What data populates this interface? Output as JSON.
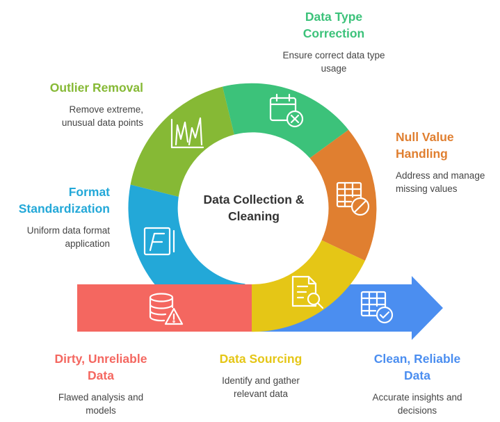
{
  "center": {
    "title": "Data Collection &\nCleaning"
  },
  "stages": {
    "data_type": {
      "title": "Data Type\nCorrection",
      "desc": "Ensure correct data type\nusage",
      "color": "#3cc27a",
      "icon": "calendar-x-icon"
    },
    "null_value": {
      "title": "Null Value\nHandling",
      "desc": "Address and manage\nmissing values",
      "color": "#e07f30",
      "icon": "table-null-icon"
    },
    "data_sourcing": {
      "title": "Data Sourcing",
      "desc": "Identify and gather\nrelevant data",
      "color": "#e5c616",
      "icon": "document-search-icon"
    },
    "format_std": {
      "title": "Format\nStandardization",
      "desc": "Uniform data format\napplication",
      "color": "#23a8d8",
      "icon": "format-icon"
    },
    "outlier": {
      "title": "Outlier Removal",
      "desc": "Remove extreme,\nunusual data points",
      "color": "#86b935",
      "icon": "chart-outlier-icon"
    }
  },
  "start": {
    "title": "Dirty, Unreliable\nData",
    "desc": "Flawed analysis and\nmodels",
    "color": "#f46760",
    "icon": "database-warning-icon"
  },
  "end": {
    "title": "Clean, Reliable\nData",
    "desc": "Accurate insights and\ndecisions",
    "color": "#4b8ef0",
    "icon": "table-check-icon"
  }
}
